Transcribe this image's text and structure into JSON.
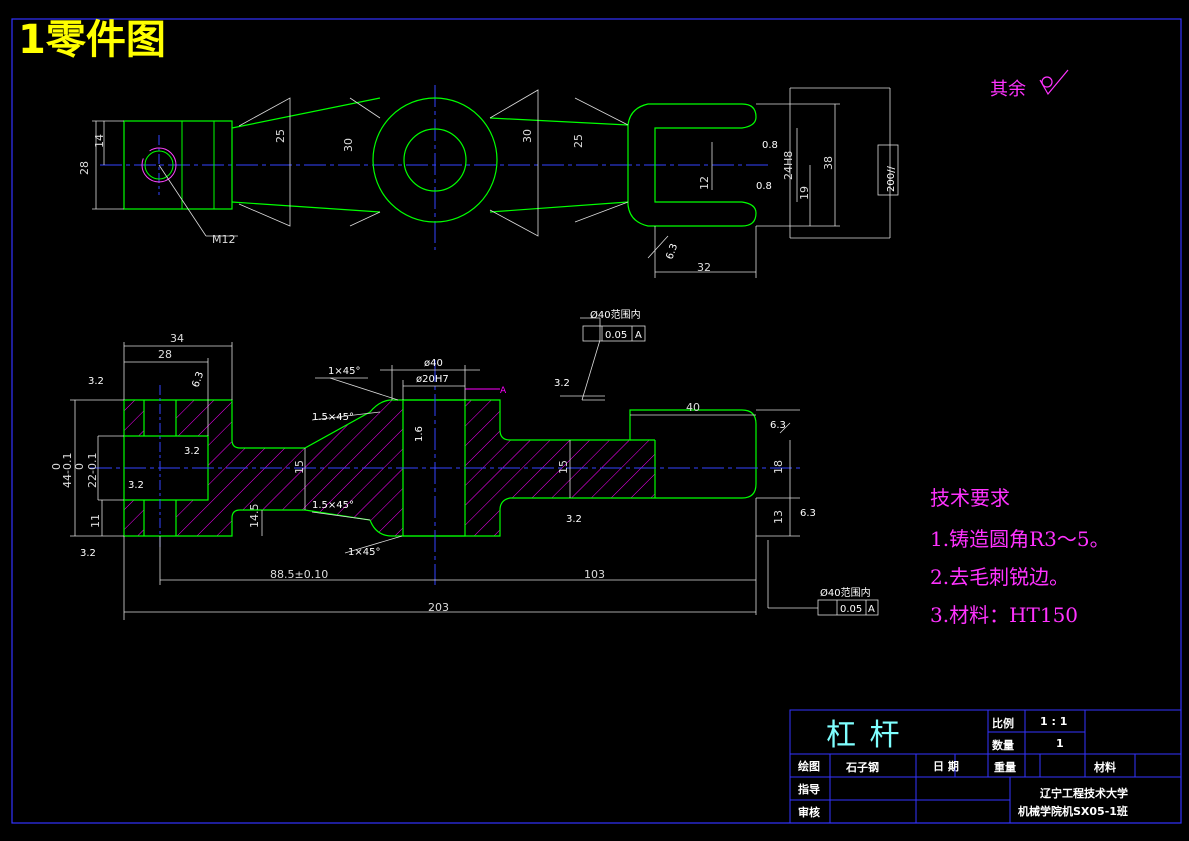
{
  "drawing_title": "1零件图",
  "roughness_rest": "其余",
  "tech_requirements": {
    "heading": "技术要求",
    "items": [
      "1.铸造圆角R3～5。",
      "2.去毛刺锐边。",
      "3.材料：HT150"
    ]
  },
  "top_view": {
    "dims": {
      "d28": "28",
      "d14": "14",
      "d25a": "25",
      "d30a": "30",
      "d30b": "30",
      "d25b": "25",
      "d24h8": "24H8",
      "d38": "38",
      "d12": "12",
      "d19": "19",
      "d32": "32",
      "m12": "M12",
      "r08a": "0.8",
      "r08b": "0.8",
      "r63": "6.3",
      "box": "200//"
    }
  },
  "front_view": {
    "dims": {
      "d34": "34",
      "d28": "28",
      "d40": "ø40",
      "d20h7": "ø20H7",
      "d40r": "40",
      "c1x45a": "1×45°",
      "c15x45a": "1.5×45°",
      "c15x45b": "1.5×45°",
      "c1x45b": "1×45°",
      "d44": "44-0.1",
      "d44z": "0",
      "d22": "22-0.1",
      "d22z": "0",
      "d11": "11",
      "d145": "14.5",
      "d15a": "15",
      "d15b": "15",
      "d18": "18",
      "d13": "13",
      "d885": "88.5±0.10",
      "d103": "103",
      "d203": "203",
      "ra32a": "3.2",
      "ra63a": "6.3",
      "ra32b": "3.2",
      "ra32c": "3.2",
      "ra32d": "3.2",
      "ra32e": "3.2",
      "ra16": "1.6",
      "ra32f": "3.2",
      "ra63b": "6.3",
      "ra63c": "6.3",
      "tol_note_a": "Ø40范围内",
      "tol_val_a": "0.05",
      "tol_ref_a": "A",
      "tol_note_b": "Ø40范围内",
      "tol_val_b": "0.05",
      "tol_ref_b": "A",
      "datum_mark": "A"
    }
  },
  "title_block": {
    "part_name": "杠  杆",
    "scale_label": "比例",
    "scale_value": "1 : 1",
    "qty_label": "数量",
    "qty_value": "1",
    "drawn_label": "绘图",
    "drawn_name": "石子钢",
    "date_label": "日  期",
    "weight_label": "重量",
    "material_label": "材料",
    "guide_label": "指导",
    "review_label": "审核",
    "school_line1": "辽宁工程技术大学",
    "school_line2": "机械学院机SX05-1班"
  },
  "colors": {
    "background": "#000000",
    "outline": "#00ff00",
    "dimension": "#ffffff",
    "centerline": "#0000ff",
    "hatch": "#ff00ff",
    "title": "#ffff00",
    "text_magenta": "#ff33ff"
  }
}
